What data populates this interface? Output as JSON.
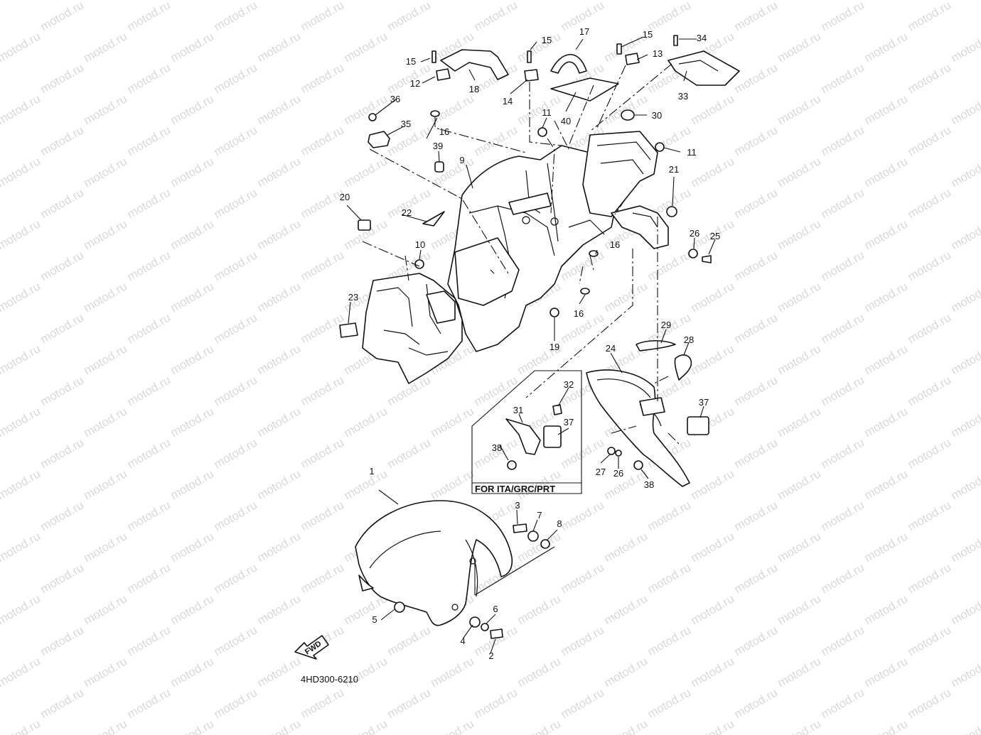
{
  "watermark": "motod.ru",
  "diagram_code": "4HD300-6210",
  "fwd_label": "FWD",
  "region_box_label": "FOR ITA/GRC/PRT",
  "callouts": [
    "1",
    "2",
    "3",
    "4",
    "5",
    "6",
    "7",
    "8",
    "9",
    "10",
    "11",
    "11",
    "12",
    "13",
    "14",
    "15",
    "15",
    "15",
    "16",
    "16",
    "16",
    "16",
    "17",
    "18",
    "19",
    "20",
    "21",
    "22",
    "23",
    "24",
    "25",
    "26",
    "26",
    "27",
    "28",
    "29",
    "30",
    "31",
    "32",
    "33",
    "34",
    "35",
    "36",
    "37",
    "37",
    "38",
    "38",
    "39",
    "40"
  ]
}
